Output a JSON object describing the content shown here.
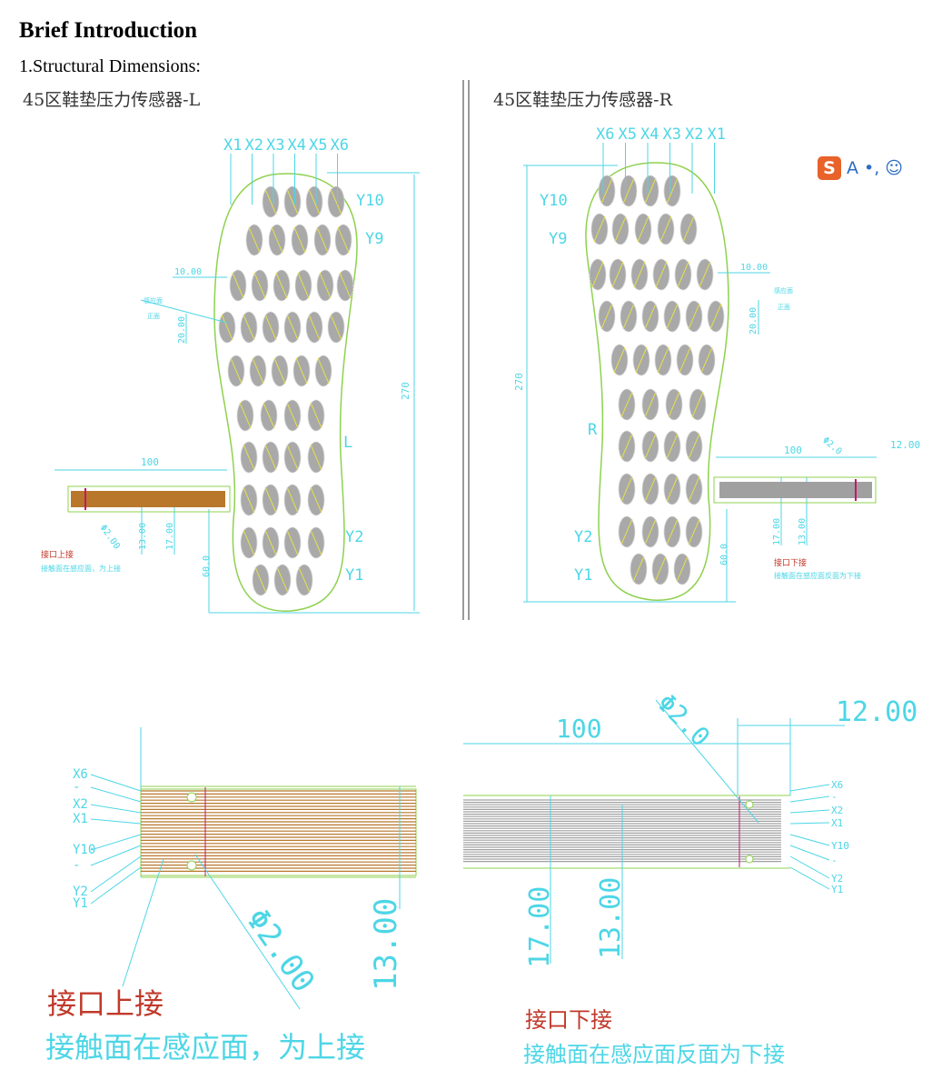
{
  "heading": "Brief Introduction",
  "section": "1.Structural Dimensions:",
  "left": {
    "title": "45区鞋垫压力传感器-L",
    "x_labels": [
      "X1",
      "X2",
      "X3",
      "X4",
      "X5",
      "X6"
    ],
    "y_labels": [
      "Y10",
      "Y9",
      "Y2",
      "Y1"
    ],
    "side": "L",
    "dim_width": "10.00",
    "dim_height": "20.00",
    "dim_length": "270",
    "dim_tail": "100",
    "dim_13": "13.00",
    "dim_17": "17.00",
    "dim_60": "60.0",
    "dim_hole": "Φ2.00",
    "note1": "感应面",
    "note2": "正面",
    "conn_title": "接口上接",
    "conn_desc": "接触面在感应面，为上接"
  },
  "right": {
    "title": "45区鞋垫压力传感器-R",
    "x_labels": [
      "X6",
      "X5",
      "X4",
      "X3",
      "X2",
      "X1"
    ],
    "y_labels": [
      "Y10",
      "Y9",
      "Y2",
      "Y1"
    ],
    "side": "R",
    "dim_width": "10.00",
    "dim_height": "20.00",
    "dim_length": "270",
    "dim_tail": "100",
    "dim_12": "12.00",
    "dim_13": "13.00",
    "dim_17": "17.00",
    "dim_60": "60.0",
    "dim_hole": "Φ2.0",
    "note1": "感应面",
    "note2": "正面",
    "conn_title": "接口下接",
    "conn_desc": "接触面在感应面反面为下接"
  },
  "detail_left": {
    "labels": [
      "X6",
      "-",
      "X2",
      "X1",
      "Y10",
      "-",
      "Y2",
      "Y1"
    ],
    "dim_hole": "Φ2.00",
    "dim_13": "13.00",
    "title": "接口上接",
    "desc": "接触面在感应面，为上接"
  },
  "detail_right": {
    "labels": [
      "X6",
      "-",
      "X2",
      "X1",
      "Y10",
      "-",
      "Y2",
      "Y1"
    ],
    "dim_tail": "100",
    "dim_hole": "Φ2.0",
    "dim_12": "12.00",
    "dim_17": "17.00",
    "dim_13": "13.00",
    "title": "接口下接",
    "desc": "接触面在感应面反面为下接"
  },
  "ime_toolbar": {
    "logo": "S",
    "items": [
      "A",
      "•,",
      "☺"
    ]
  },
  "sensor_rows": [
    4,
    5,
    6,
    6,
    5,
    4,
    4,
    4,
    4,
    3
  ],
  "colors": {
    "dimension": "#4dd6e6",
    "outline": "#8fd14f",
    "sensor": "#a9a9a9",
    "trace_left": "#b8772a",
    "trace_right": "#a0a0a0",
    "caption_red": "#c0392b"
  }
}
